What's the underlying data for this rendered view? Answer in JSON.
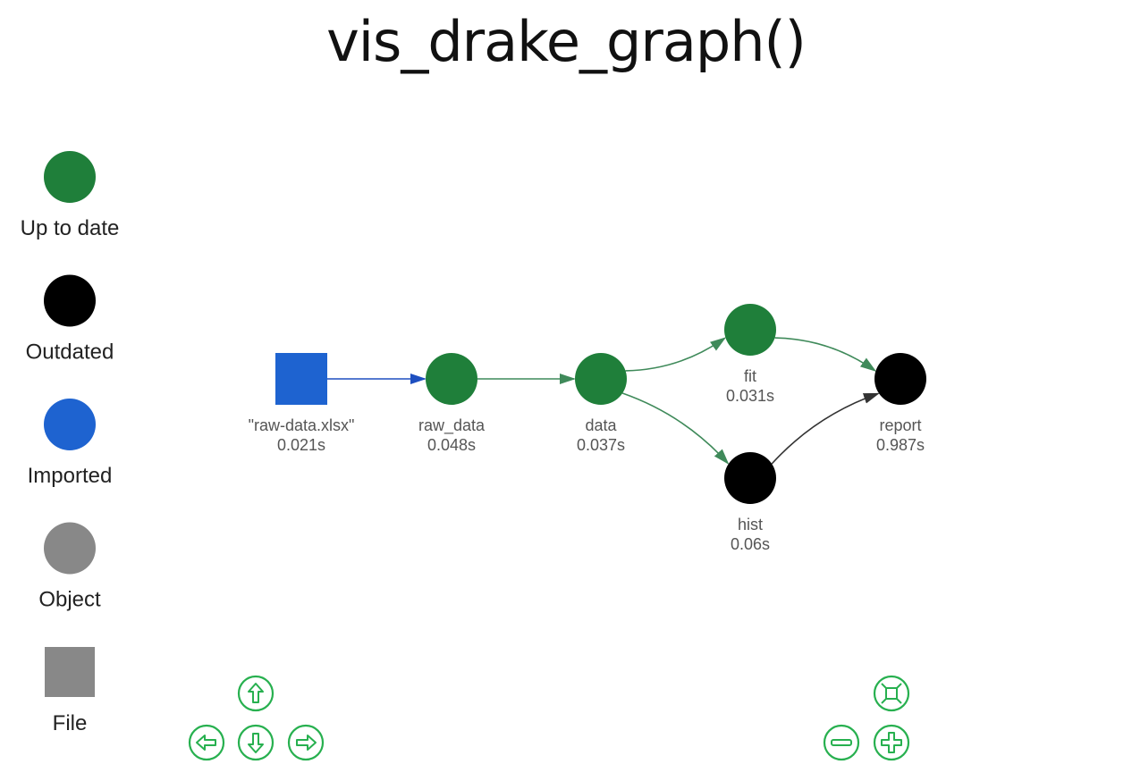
{
  "title": "vis_drake_graph()",
  "colors": {
    "up_to_date": "#1f7f3a",
    "outdated": "#000000",
    "imported": "#1e63d0",
    "object": "#888888",
    "file": "#888888",
    "nav": "#27b04f",
    "edge_green": "#3f8a5a",
    "edge_blue": "#1e4fc0",
    "edge_black": "#333333"
  },
  "legend": [
    {
      "label": "Up to date",
      "shape": "circle",
      "status": "up_to_date"
    },
    {
      "label": "Outdated",
      "shape": "circle",
      "status": "outdated"
    },
    {
      "label": "Imported",
      "shape": "circle",
      "status": "imported"
    },
    {
      "label": "Object",
      "shape": "circle",
      "status": "object"
    },
    {
      "label": "File",
      "shape": "square",
      "status": "file"
    }
  ],
  "nodes": [
    {
      "id": "raw-data-xlsx",
      "label": "\"raw-data.xlsx\"",
      "time": "0.021s",
      "shape": "square",
      "status": "imported"
    },
    {
      "id": "raw_data",
      "label": "raw_data",
      "time": "0.048s",
      "shape": "circle",
      "status": "up_to_date"
    },
    {
      "id": "data",
      "label": "data",
      "time": "0.037s",
      "shape": "circle",
      "status": "up_to_date"
    },
    {
      "id": "fit",
      "label": "fit",
      "time": "0.031s",
      "shape": "circle",
      "status": "up_to_date"
    },
    {
      "id": "hist",
      "label": "hist",
      "time": "0.06s",
      "shape": "circle",
      "status": "outdated"
    },
    {
      "id": "report",
      "label": "report",
      "time": "0.987s",
      "shape": "circle",
      "status": "outdated"
    }
  ],
  "edges": [
    {
      "from": "raw-data-xlsx",
      "to": "raw_data",
      "color": "edge_blue"
    },
    {
      "from": "raw_data",
      "to": "data",
      "color": "edge_green"
    },
    {
      "from": "data",
      "to": "fit",
      "color": "edge_green"
    },
    {
      "from": "data",
      "to": "hist",
      "color": "edge_green"
    },
    {
      "from": "fit",
      "to": "report",
      "color": "edge_green"
    },
    {
      "from": "hist",
      "to": "report",
      "color": "edge_black"
    }
  ],
  "navigation": [
    {
      "name": "pan-up",
      "icon": "arrow-up-icon"
    },
    {
      "name": "pan-left",
      "icon": "arrow-left-icon"
    },
    {
      "name": "pan-down",
      "icon": "arrow-down-icon"
    },
    {
      "name": "pan-right",
      "icon": "arrow-right-icon"
    },
    {
      "name": "zoom-fit",
      "icon": "fit-to-screen-icon"
    },
    {
      "name": "zoom-out",
      "icon": "minus-icon"
    },
    {
      "name": "zoom-in",
      "icon": "plus-icon"
    }
  ]
}
